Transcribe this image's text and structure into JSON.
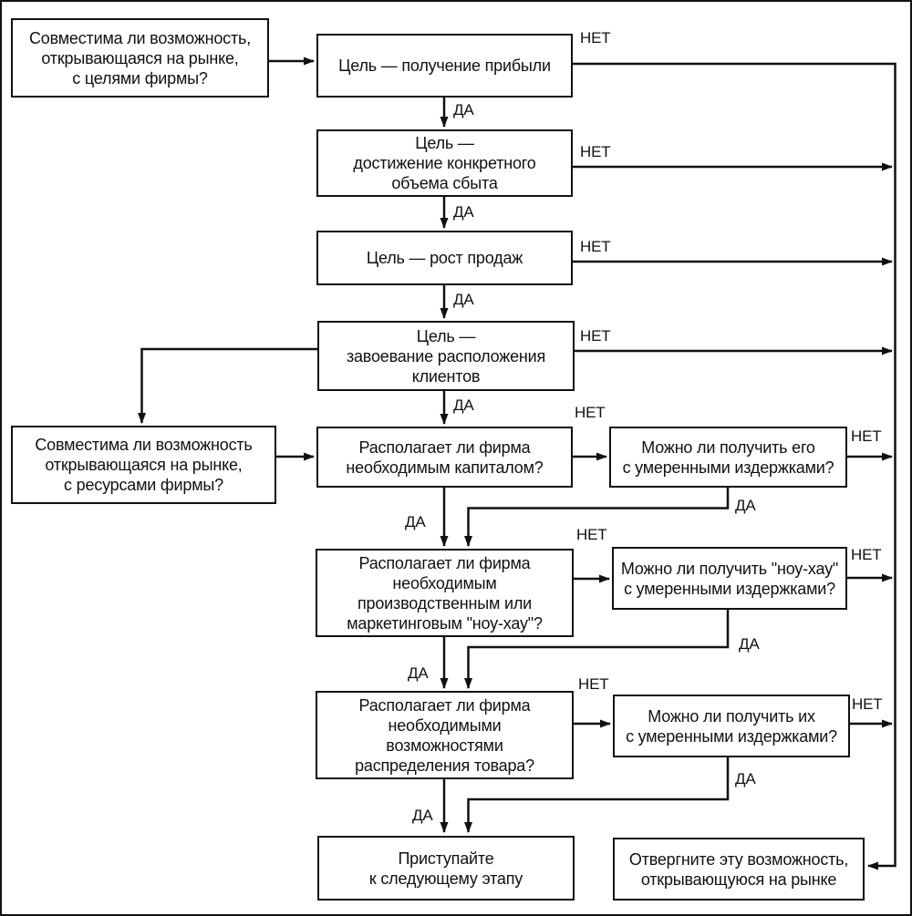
{
  "diagram": {
    "type": "flowchart",
    "language": "ru",
    "colors": {
      "background": "#ffffff",
      "line": "#111111",
      "box_border": "#111111",
      "text": "#111111"
    },
    "nodes": {
      "goals_q": {
        "text": "Совместима ли возможность,\nоткрывающаяся на рынке,\nс целями фирмы?"
      },
      "goal_profit": {
        "text": "Цель — получение прибыли"
      },
      "goal_volume": {
        "text": "Цель —\nдостижение конкретного\nобъема сбыта"
      },
      "goal_growth": {
        "text": "Цель — рост продаж"
      },
      "goal_customers": {
        "text": "Цель —\nзавоевание расположения\nклиентов"
      },
      "resources_q": {
        "text": "Совместима ли возможность\nоткрывающаяся на рынке,\nс ресурсами фирмы?"
      },
      "capital_q": {
        "text": "Располагает ли фирма\nнеобходимым капиталом?"
      },
      "get_capital_q": {
        "text": "Можно ли получить его\nс умеренными издержками?"
      },
      "knowhow_q": {
        "text": "Располагает ли фирма\nнеобходимым\nпроизводственным или\nмаркетинговым \"ноу-хау\"?"
      },
      "get_knowhow_q": {
        "text": "Можно ли получить \"ноу-хау\"\nс умеренными издержками?"
      },
      "distribution_q": {
        "text": "Располагает ли фирма\nнеобходимыми\nвозможностями\nраспределения товара?"
      },
      "get_distribution_q": {
        "text": "Можно ли получить их\nс умеренными издержками?"
      },
      "proceed": {
        "text": "Приступайте\nк следующему этапу"
      },
      "reject": {
        "text": "Отвергните эту возможность,\nоткрывающуюся на рынке"
      }
    },
    "edges": [
      {
        "from": "goals_q",
        "to": "goal_profit",
        "label": ""
      },
      {
        "from": "goal_profit",
        "to": "goal_volume",
        "label": "ДА"
      },
      {
        "from": "goal_profit",
        "to": "reject",
        "label": "НЕТ"
      },
      {
        "from": "goal_volume",
        "to": "goal_growth",
        "label": "ДА"
      },
      {
        "from": "goal_volume",
        "to": "reject",
        "label": "НЕТ"
      },
      {
        "from": "goal_growth",
        "to": "goal_customers",
        "label": "ДА"
      },
      {
        "from": "goal_growth",
        "to": "reject",
        "label": "НЕТ"
      },
      {
        "from": "goal_customers",
        "to": "capital_q",
        "label": "ДА"
      },
      {
        "from": "goal_customers",
        "to": "reject",
        "label": "НЕТ"
      },
      {
        "from": "goal_customers",
        "to": "resources_q",
        "label": ""
      },
      {
        "from": "resources_q",
        "to": "capital_q",
        "label": ""
      },
      {
        "from": "capital_q",
        "to": "knowhow_q",
        "label": "ДА"
      },
      {
        "from": "capital_q",
        "to": "get_capital_q",
        "label": "НЕТ"
      },
      {
        "from": "get_capital_q",
        "to": "knowhow_q",
        "label": "ДА"
      },
      {
        "from": "get_capital_q",
        "to": "reject",
        "label": "НЕТ"
      },
      {
        "from": "knowhow_q",
        "to": "distribution_q",
        "label": "ДА"
      },
      {
        "from": "knowhow_q",
        "to": "get_knowhow_q",
        "label": "НЕТ"
      },
      {
        "from": "get_knowhow_q",
        "to": "distribution_q",
        "label": "ДА"
      },
      {
        "from": "get_knowhow_q",
        "to": "reject",
        "label": "НЕТ"
      },
      {
        "from": "distribution_q",
        "to": "proceed",
        "label": "ДА"
      },
      {
        "from": "distribution_q",
        "to": "get_distribution_q",
        "label": "НЕТ"
      },
      {
        "from": "get_distribution_q",
        "to": "proceed",
        "label": "ДА"
      },
      {
        "from": "get_distribution_q",
        "to": "reject",
        "label": "НЕТ"
      }
    ]
  }
}
